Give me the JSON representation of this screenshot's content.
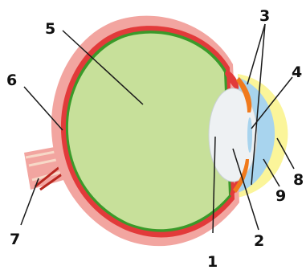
{
  "labels": {
    "l1": "1",
    "l2": "2",
    "l3": "3",
    "l4": "4",
    "l5": "5",
    "l6": "6",
    "l7": "7",
    "l8": "8",
    "l9": "9"
  },
  "colors": {
    "sclera": "#f2a5a0",
    "choroid": "#e23a3a",
    "retina": "#3a9a2a",
    "vitreous": "#c7e09a",
    "lens": "#eef1f3",
    "aqueous": "#a8d4ee",
    "cornea": "#fbf59a",
    "iris": "#f07a1c"
  }
}
